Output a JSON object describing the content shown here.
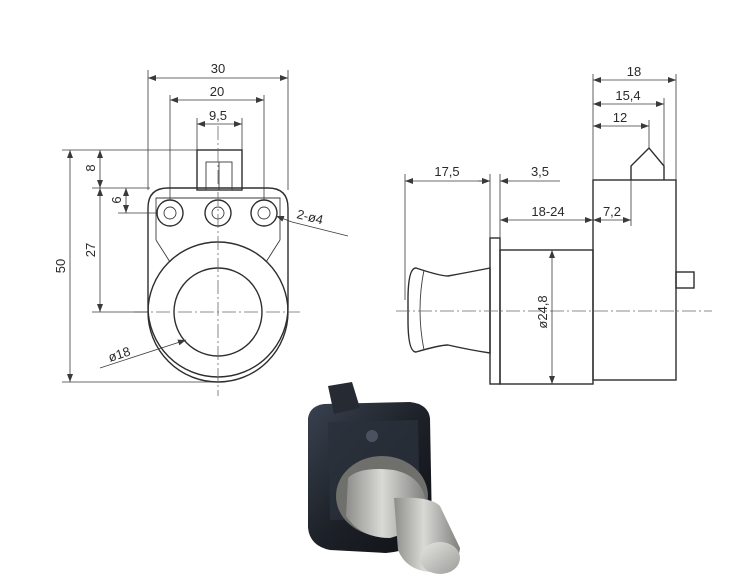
{
  "diagram": {
    "front_view": {
      "dims": {
        "overall_width": "30",
        "hole_spacing": "20",
        "tab_width": "9,5",
        "tab_height": "8",
        "hole_offset": "6",
        "hole_to_center": "27",
        "overall_height": "50",
        "holes_callout": "2-ø4",
        "bore": "ø18"
      }
    },
    "side_view": {
      "dims": {
        "overall_depth": "18",
        "depth_2": "15,4",
        "depth_3": "12",
        "button_length": "17,5",
        "flange": "3,5",
        "panel_thickness": "18-24",
        "housing_step": "7,2",
        "body_diameter": "ø24,8"
      }
    },
    "photo": {
      "housing_color": "#1d2128",
      "knob_color": "#b9b9b6"
    }
  }
}
